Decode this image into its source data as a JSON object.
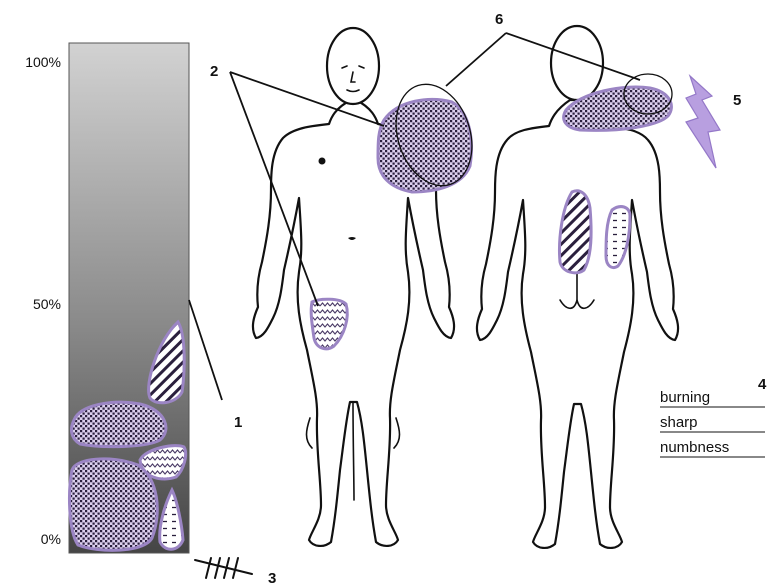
{
  "scale": {
    "labels": {
      "top": "100%",
      "middle": "50%",
      "bottom": "0%"
    }
  },
  "callouts": {
    "c1": "1",
    "c2": "2",
    "c3": "3",
    "c4": "4",
    "c5": "5",
    "c6": "6"
  },
  "descriptors": [
    "burning",
    "sharp",
    "numbness"
  ],
  "colors": {
    "region_fill": "#dcd0ee",
    "region_stroke": "#9b85c4",
    "pattern_dark": "#2a1f3d",
    "bolt": "#b89fe0",
    "bar_top": "#d0d0d0",
    "bar_bottom": "#4a4a4a"
  }
}
